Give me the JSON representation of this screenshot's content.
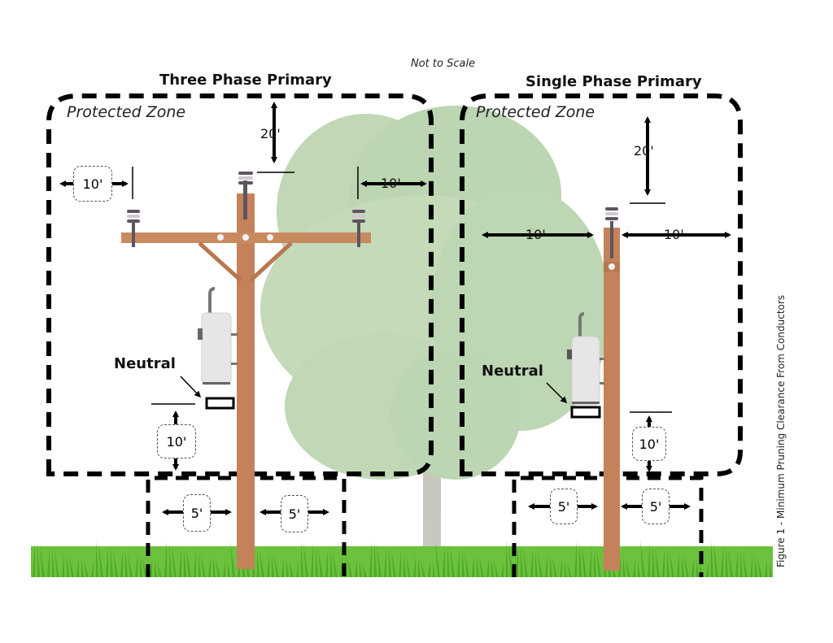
{
  "figure": {
    "note": "Not to Scale",
    "caption": "Figure 1 - Minimum Pruning Clearance From Conductors",
    "colors": {
      "pole": "#c4825a",
      "pole_dark": "#a9694a",
      "insulator": "#5e5560",
      "insulator_light": "#d8d4d8",
      "transformer": "#e6e6e6",
      "grass": "#5fb832",
      "tree": "#a9c79a",
      "line": "#000000"
    }
  },
  "panels": [
    {
      "title": "Three Phase Primary",
      "zone_label": "Protected Zone",
      "neutral_label": "Neutral",
      "clearances": {
        "top": "20'",
        "left": "10'",
        "right": "10'",
        "below_neutral": "10'",
        "ground_left": "5'",
        "ground_right": "5'"
      }
    },
    {
      "title": "Single Phase Primary",
      "zone_label": "Protected Zone",
      "neutral_label": "Neutral",
      "clearances": {
        "top": "20'",
        "left": "10'",
        "right": "10'",
        "below_neutral": "10'",
        "ground_left": "5'",
        "ground_right": "5'"
      }
    }
  ]
}
